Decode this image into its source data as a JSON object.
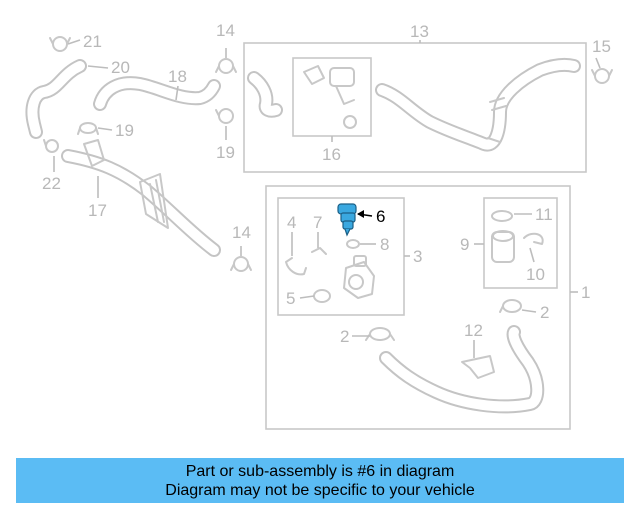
{
  "banner": {
    "line1": "Part or sub-assembly is #6 in diagram",
    "line2": "Diagram may not be specific to your vehicle",
    "background_color": "#5bbcf4"
  },
  "labels": {
    "p1": "1",
    "p2a": "2",
    "p2b": "2",
    "p3": "3",
    "p4": "4",
    "p5": "5",
    "p6": "6",
    "p7": "7",
    "p8": "8",
    "p9": "9",
    "p10": "10",
    "p11": "11",
    "p12": "12",
    "p13": "13",
    "p14a": "14",
    "p14b": "14",
    "p15": "15",
    "p16": "16",
    "p17": "17",
    "p18": "18",
    "p19a": "19",
    "p19b": "19",
    "p20": "20",
    "p21": "21",
    "p22": "22"
  },
  "highlight": {
    "part": "6",
    "color": "#3aa8e0"
  }
}
